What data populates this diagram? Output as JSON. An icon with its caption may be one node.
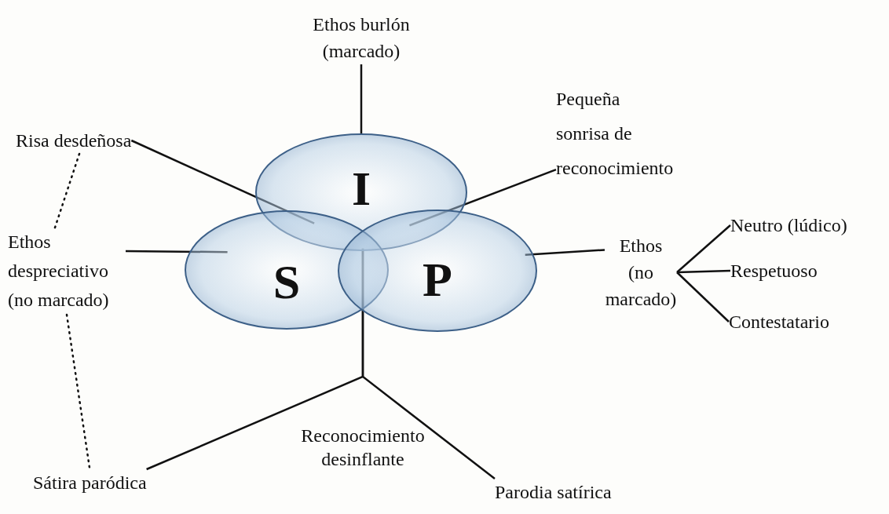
{
  "diagram": {
    "nodes": [
      {
        "text": [
          "Ethos burlón (marcado)"
        ]
      },
      {
        "text": [
          "Risa desdeñosa"
        ]
      },
      {
        "text": [
          "Pequeña sonrisa de reconocimiento"
        ]
      },
      {
        "text": [
          "I"
        ]
      },
      {
        "text": [
          "Ethos despreciativo (no marcado)"
        ]
      },
      {
        "text": [
          "S"
        ]
      },
      {
        "text": [
          "P"
        ]
      },
      {
        "text": [
          "Ethos (no marcado)"
        ]
      },
      {
        "text": [
          "Neutro (lúdico)"
        ]
      },
      {
        "text": [
          "Respetuoso"
        ]
      },
      {
        "text": [
          "Contestatario"
        ]
      },
      {
        "text": [
          "Sátira paródica"
        ]
      },
      {
        "text": [
          "Parodia satírica"
        ]
      }
    ],
    "edges": [
      {
        "from": 0,
        "to": 3,
        "arrow": "none"
      },
      {
        "from": 1,
        "to": 5,
        "arrow": "none"
      },
      {
        "from": 2,
        "to": 6,
        "arrow": "none"
      },
      {
        "from": 4,
        "to": 5,
        "arrow": "none"
      },
      {
        "from": 7,
        "to": 6,
        "arrow": "none"
      },
      {
        "from": 7,
        "to": 8,
        "arrow": "none"
      },
      {
        "from": 7,
        "to": 9,
        "arrow": "none"
      },
      {
        "from": 7,
        "to": 10,
        "arrow": "none"
      },
      {
        "from": 11,
        "to": 5,
        "arrow": "none"
      },
      {
        "from": 12,
        "to": 5,
        "arrow": "none"
      },
      {
        "from": 1,
        "to": 4,
        "arrow": "none",
        "style": "dashed"
      },
      {
        "from": 4,
        "to": 11,
        "arrow": "none",
        "style": "dashed"
      }
    ],
    "labels": [
      "Reconocimiento desinflante"
    ]
  }
}
